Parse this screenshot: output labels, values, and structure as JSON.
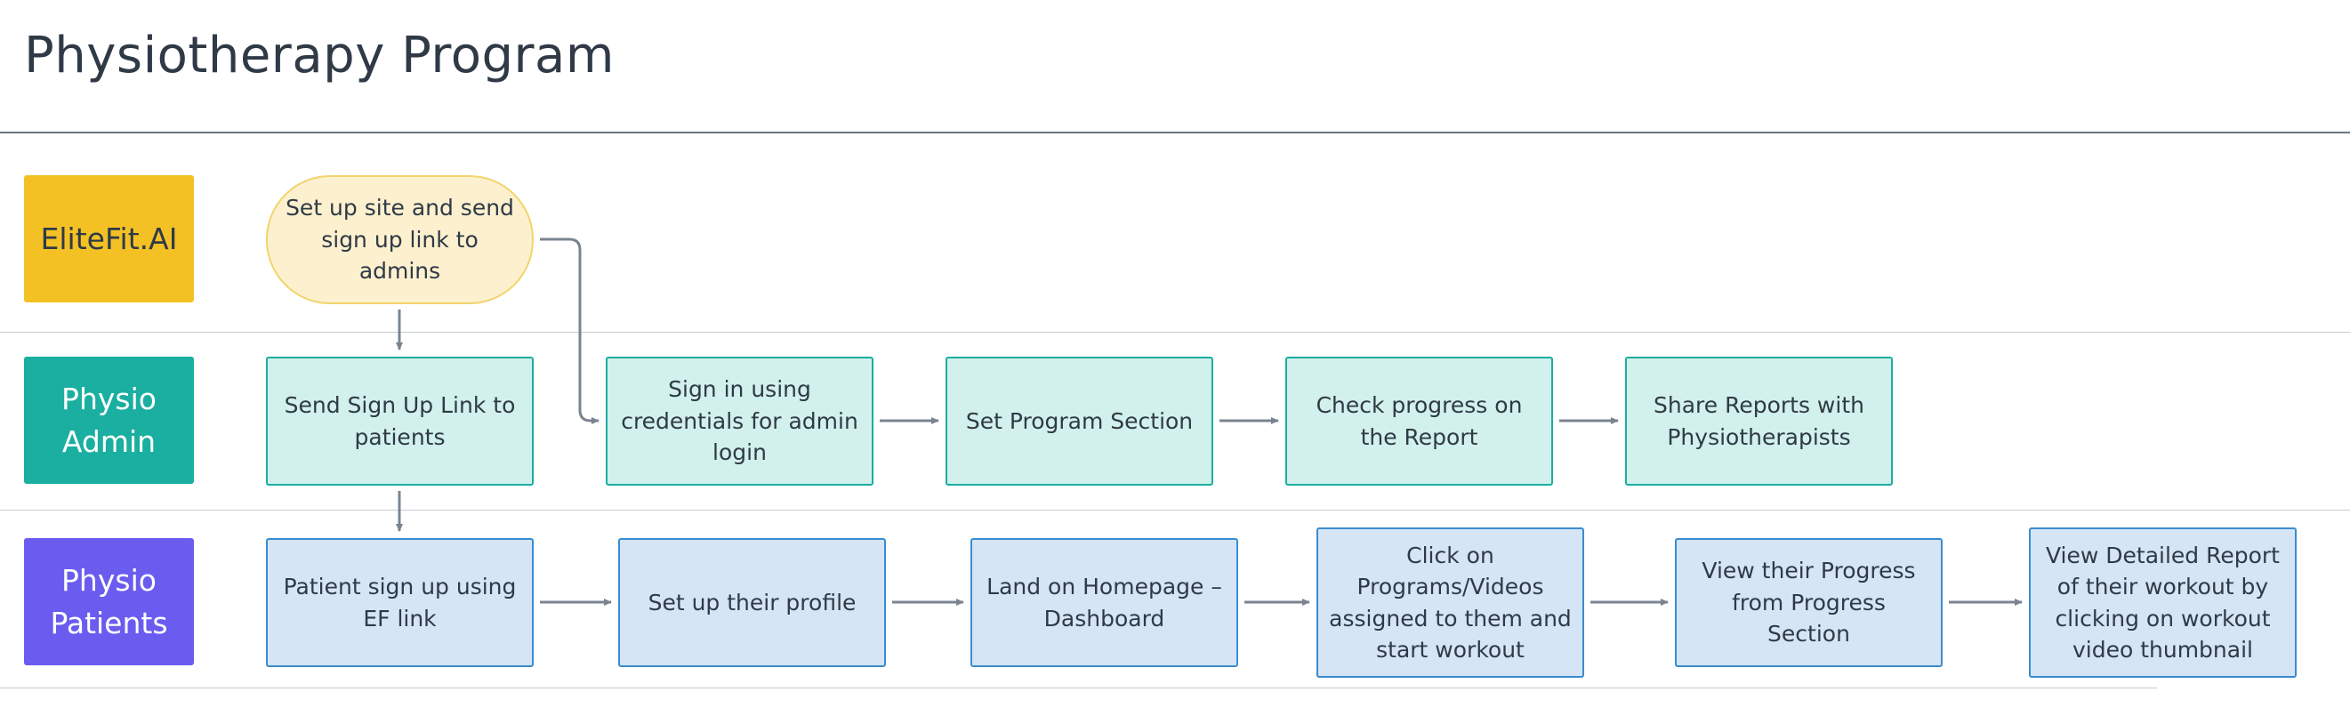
{
  "title": "Physiotherapy Program",
  "colors": {
    "elitefit_lane": "#f4c125",
    "admin_lane": "#1aafa0",
    "patient_lane": "#6b5cf0",
    "connector": "#7a8490"
  },
  "lanes": [
    {
      "label": "EliteFit.AI"
    },
    {
      "label": "Physio\nAdmin"
    },
    {
      "label": "Physio\nPatients"
    }
  ],
  "elitefit_steps": [
    "Set up site and send sign up link to admins"
  ],
  "admin_steps": [
    "Send Sign Up Link to patients",
    "Sign in using credentials for admin login",
    "Set Program Section",
    "Check progress on the Report",
    "Share Reports with Physiotherapists"
  ],
  "patient_steps": [
    "Patient sign up using EF link",
    "Set up their profile",
    "Land on Homepage – Dashboard",
    "Click on Programs/Videos assigned to them and start workout",
    "View their Progress from Progress Section",
    "View Detailed Report of their workout by clicking on workout video thumbnail"
  ]
}
